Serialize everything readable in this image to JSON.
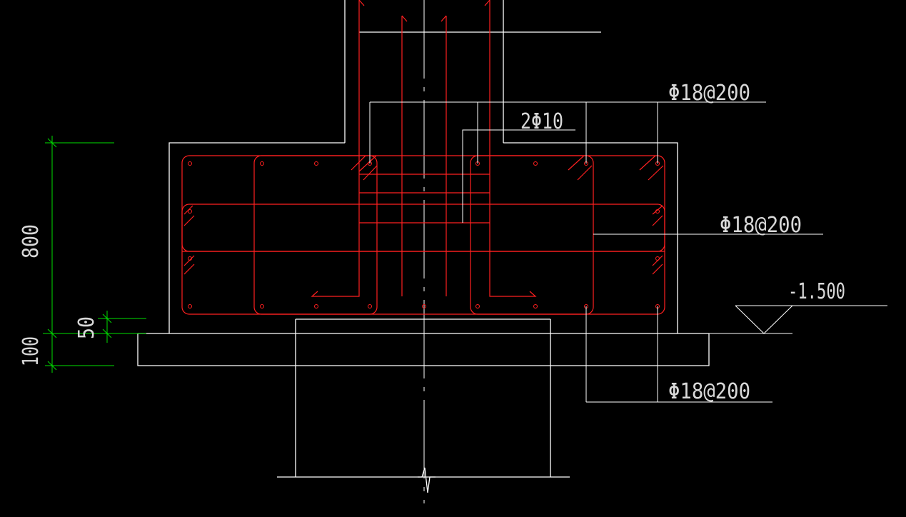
{
  "colors": {
    "background": "#000000",
    "outline": "#ffffff",
    "rebar": "#ff0000",
    "dimension": "#00ff00",
    "text": "#d8d8d8"
  },
  "labels": {
    "rebar_top": "Φ18@200",
    "rebar_stirrup": "2Φ10",
    "rebar_side": "Φ18@200",
    "rebar_bottom": "Φ18@200",
    "elevation": "-1.500"
  },
  "dimensions": {
    "total_height": "800",
    "cover": "50",
    "cushion": "100"
  }
}
